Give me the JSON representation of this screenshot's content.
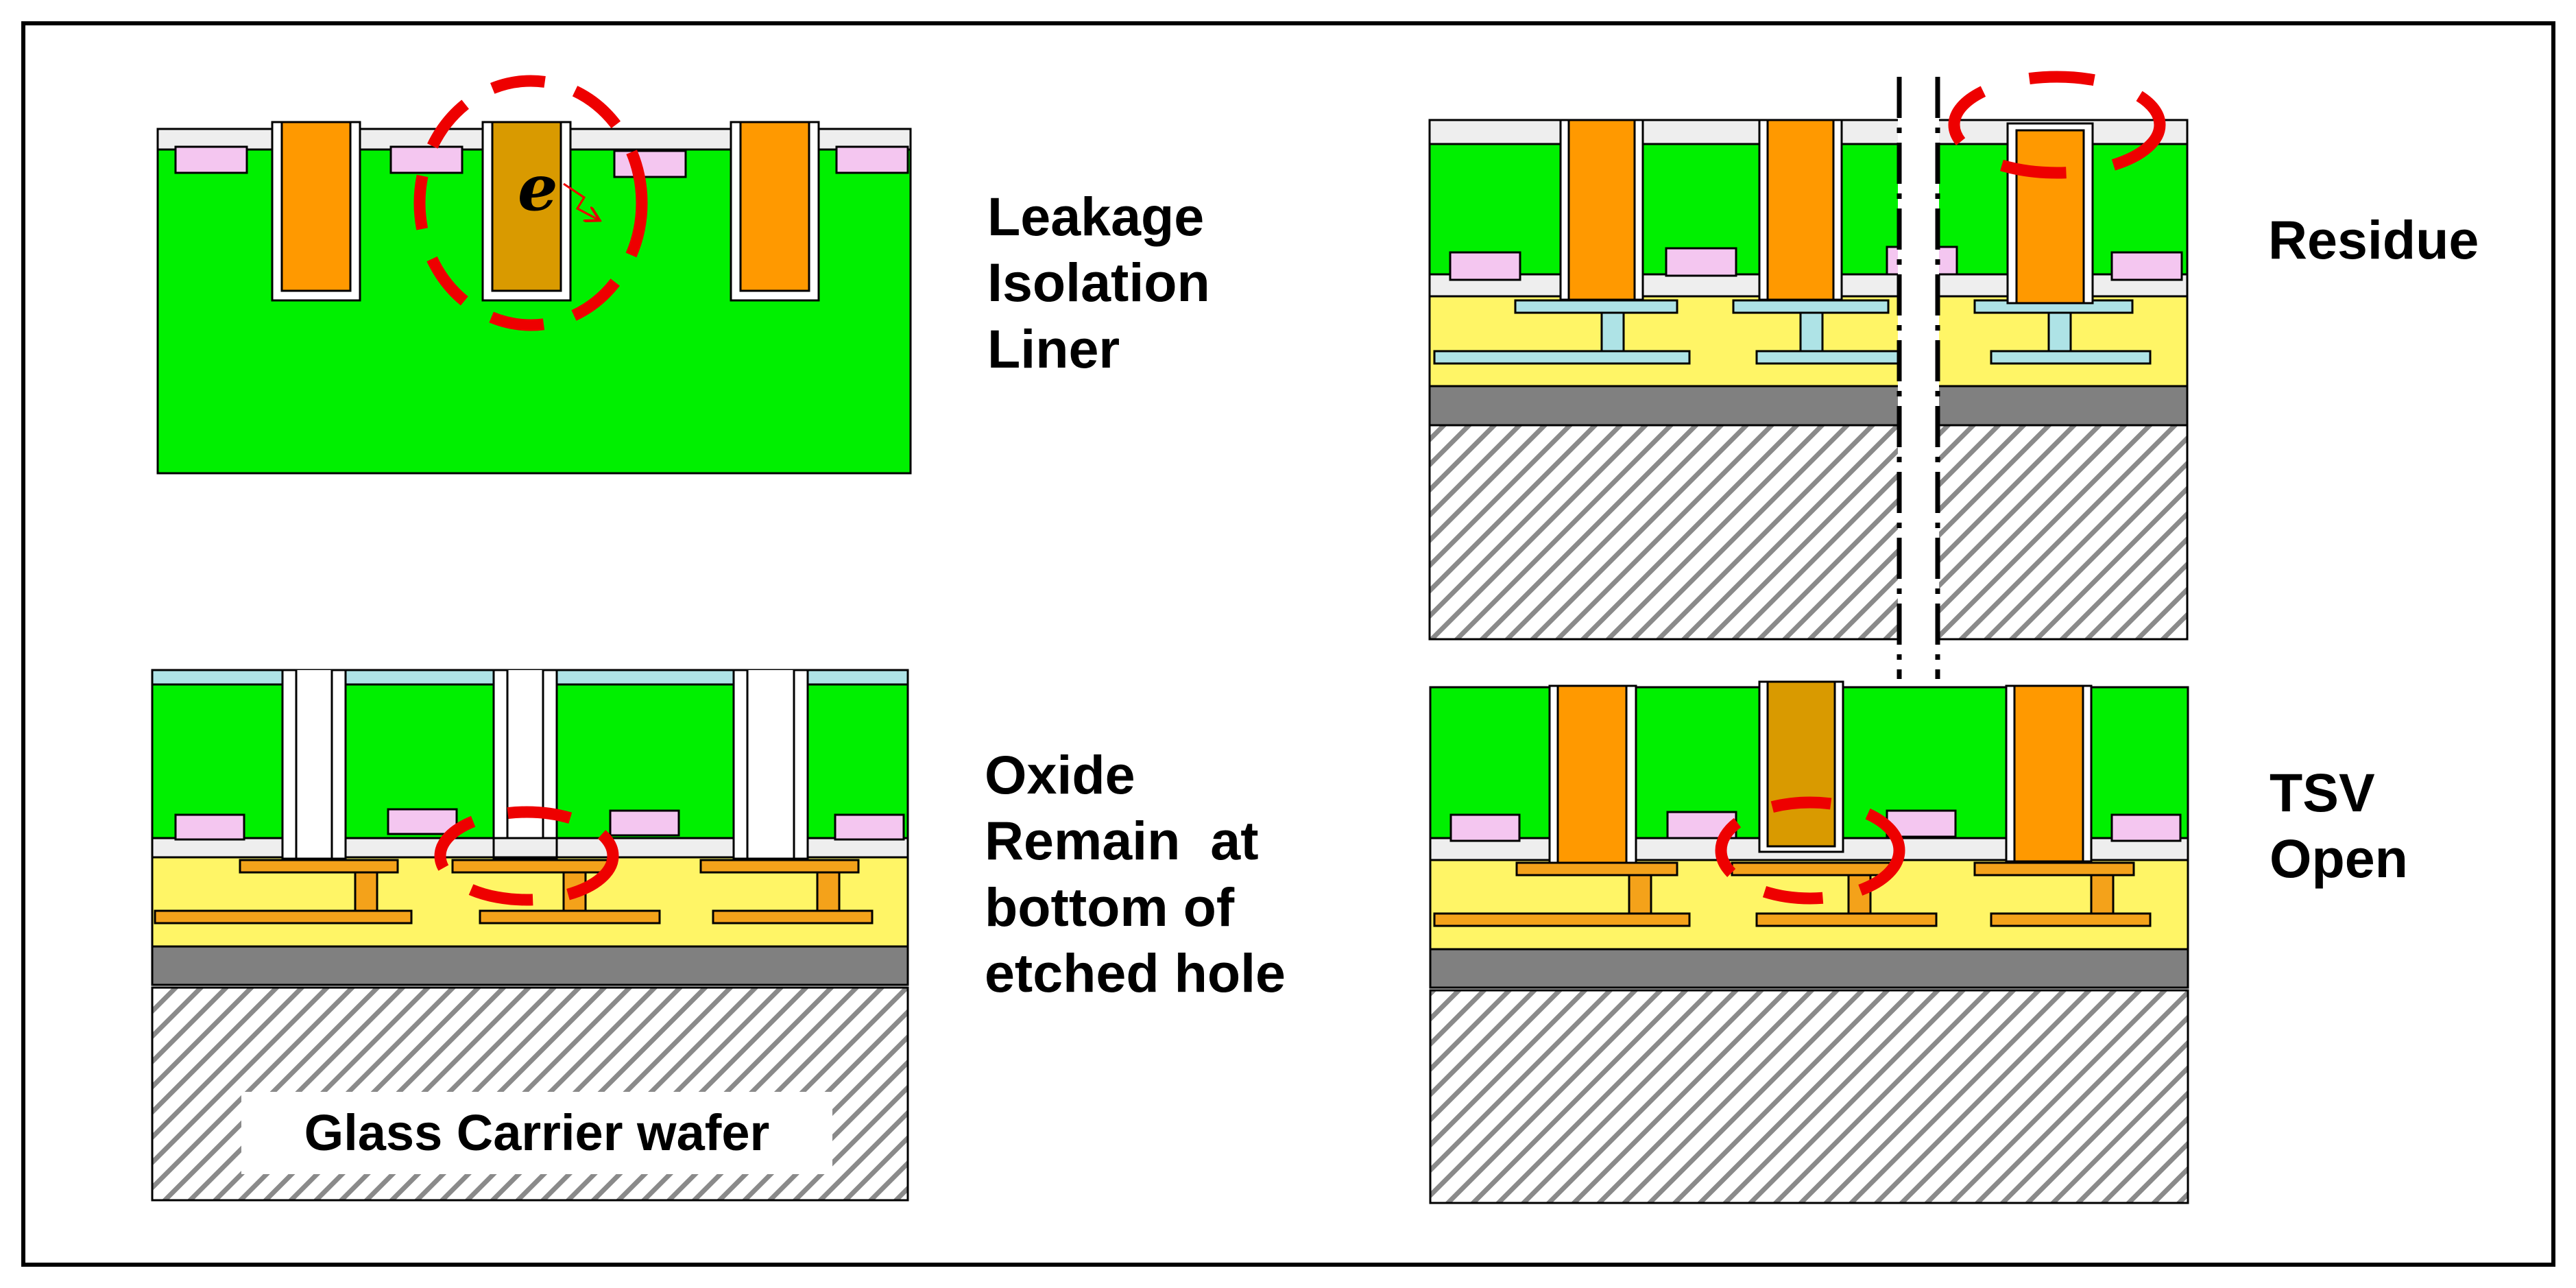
{
  "colors": {
    "substrate": "#00f000",
    "copper": "#ff9900",
    "copper_dark": "#d99a00",
    "liner": "#ffffff",
    "surface_layer": "#eeeeee",
    "pad": "#f4c6f0",
    "dielectric": "#fff566",
    "metal_wiring": "#aee3e6",
    "metal_wiring_orange": "#f4a21a",
    "bond_layer": "#808080",
    "defect_marker": "#ee0000",
    "outline": "#000000"
  },
  "icons": [
    "electron-symbol",
    "leakage-arrow-icon",
    "hatch-pattern",
    "dash-dot-cut-line"
  ],
  "panels": {
    "top_left": {
      "label_lines": [
        "Leakage",
        "Isolation",
        "Liner"
      ],
      "electron_symbol": "e"
    },
    "top_right": {
      "label_lines": [
        "Residue"
      ]
    },
    "bottom_left": {
      "label_lines": [
        "Oxide",
        "Remain  at",
        "bottom of",
        "etched hole"
      ],
      "carrier_label": "Glass Carrier wafer"
    },
    "bottom_right": {
      "label_lines": [
        "TSV",
        "Open"
      ]
    }
  }
}
